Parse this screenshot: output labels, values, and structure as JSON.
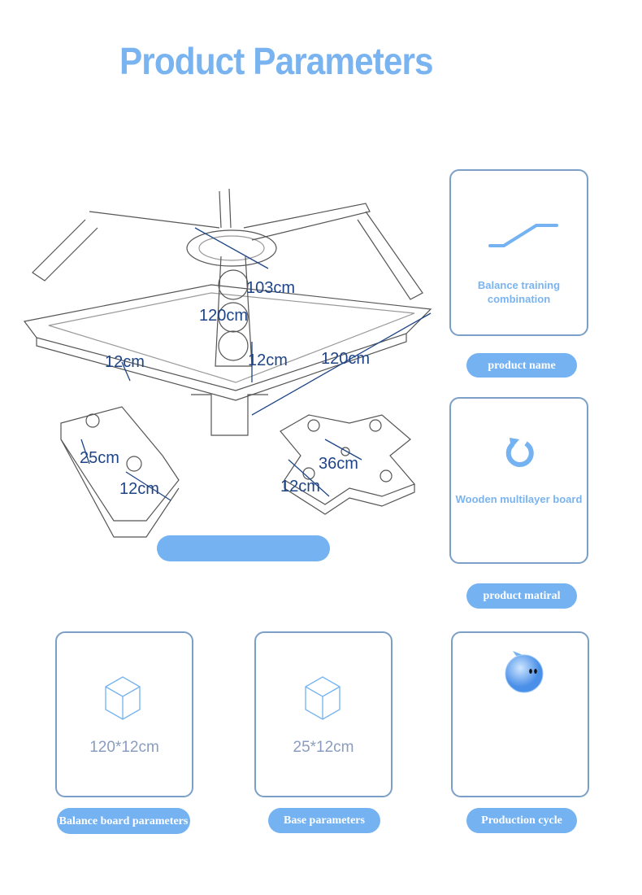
{
  "title": "Product Parameters",
  "diagram_labels": {
    "l1": "103cm",
    "l2": "120cm",
    "l3": "12cm",
    "l4": "12cm",
    "l5": "120cm",
    "l6": "25cm",
    "l7": "12cm",
    "l8": "36cm",
    "l9": "12cm"
  },
  "cards": {
    "name": {
      "value": "Balance training combination",
      "label": "product name",
      "icon": "ramp-line-icon"
    },
    "material": {
      "value": "Wooden multilayer board",
      "label": "product  matiral",
      "icon": "refresh-icon"
    },
    "board": {
      "value": "120*12cm",
      "label": "Balance board parameters",
      "icon": "cube-icon"
    },
    "base": {
      "value": "25*12cm",
      "label": "Base parameters",
      "icon": "cube-icon"
    },
    "cycle": {
      "value": "",
      "label": "Production cycle",
      "icon": "blob-mascot-icon"
    }
  },
  "colors": {
    "accent": "#74b2f1",
    "border": "#7b9fc6",
    "label": "#1f4587"
  }
}
